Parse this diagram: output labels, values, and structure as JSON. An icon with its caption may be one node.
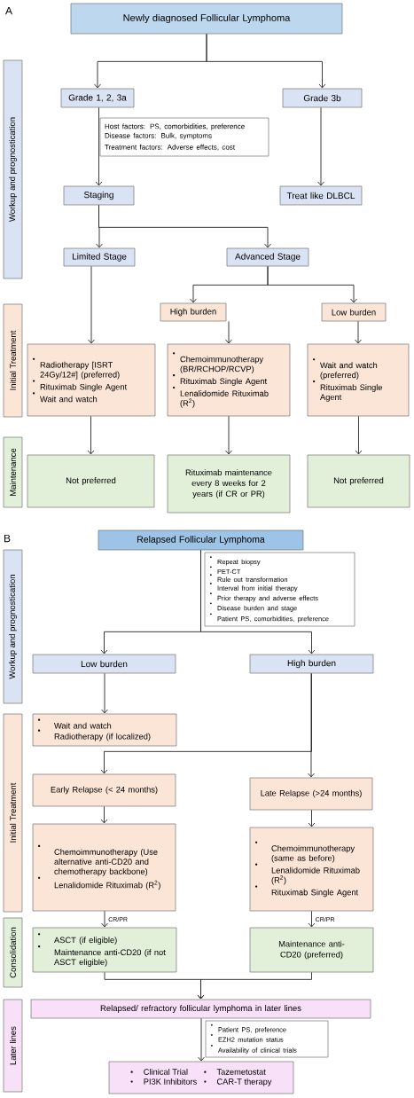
{
  "diagram": {
    "nodes": [
      {
        "text": [
          "Newly diagnosed Follicular Lymphoma"
        ]
      },
      {
        "text": [
          "Grade 1, 2, 3a"
        ]
      },
      {
        "text": [
          "Grade 3b"
        ]
      },
      {
        "text": [
          "Host factors: PS, comorbidities, preference",
          "Disease factors: Bulk, symptoms",
          "Treatment factors: Adverse effects, cost"
        ]
      },
      {
        "text": [
          "Staging"
        ]
      },
      {
        "text": [
          "Treat like DLBCL"
        ]
      },
      {
        "text": [
          "Limited Stage"
        ]
      },
      {
        "text": [
          "Advanced Stage"
        ]
      },
      {
        "text": [
          "High burden"
        ]
      },
      {
        "text": [
          "Low burden"
        ]
      },
      {
        "text": [
          "Radiotherapy [ISRT 24Gy/12#] (preferred)",
          "Rituximab Single Agent",
          "Wait and watch"
        ]
      },
      {
        "text": [
          "Chemoimmunotherapy (BR/RCHOP/RCVP)",
          "Rituximab Single Agent",
          "Lenalidomide Rituximab (R$^{2}$)"
        ]
      },
      {
        "text": [
          "Wait and watch (preferred)",
          "Rituximab Single Agent"
        ]
      },
      {
        "text": [
          "Not preferred"
        ]
      },
      {
        "text": [
          "Rituximab maintenance every 8 weeks for 2 years (if CR or PR)"
        ]
      },
      {
        "text": [
          "Not preferred"
        ]
      },
      {
        "text": [
          "Relapsed Follicular Lymphoma"
        ]
      },
      {
        "text": [
          "Repeat biopsy",
          "PET-CT",
          "Rule out transformation",
          "Interval from initial therapy",
          "Prior therapy and adverse effects",
          "Disease burden and stage",
          "Patient PS, comorbidities, preference"
        ]
      },
      {
        "text": [
          "Low burden"
        ]
      },
      {
        "text": [
          "High burden"
        ]
      },
      {
        "text": [
          "Wait and watch",
          "Radiotherapy (if localized)"
        ]
      },
      {
        "text": [
          "Early Relapse (< 24 months)"
        ]
      },
      {
        "text": [
          "Late Relapse (>24 months)"
        ]
      },
      {
        "text": [
          "Chemoimmunotherapy (Use alternative anti-CD20 and chemotherapy backbone)",
          "Lenalidomide Rituximab (R$^{2}$)"
        ]
      },
      {
        "text": [
          "Chemoimmunotherapy (same as before)",
          "Lenalidomide Rituximab (R$^{2}$)",
          "Rituximab Single Agent"
        ]
      },
      {
        "text": [
          "ASCT (if eligible)",
          "Maintenance anti-CD20 (if not ASCT eligible)"
        ]
      },
      {
        "text": [
          "Maintenance anti-CD20 (preferred)"
        ]
      },
      {
        "text": [
          "Relapsed/ refractory follicular lymphoma in later lines"
        ]
      },
      {
        "text": [
          "Patient PS, preference",
          "EZH2 mutation status",
          "Availability of clinical trials"
        ]
      },
      {
        "text": [
          "Clinical Trial",
          "Tazemetostat",
          "PI3K Inhibitors",
          "CAR-T therapy"
        ]
      },
      {
        "text": [
          "Workup and prognostication"
        ]
      },
      {
        "text": [
          "Initial Treatment"
        ]
      },
      {
        "text": [
          "Maintenance"
        ]
      },
      {
        "text": [
          "Workup and prognostication"
        ]
      },
      {
        "text": [
          "Initial Treatment"
        ]
      },
      {
        "text": [
          "Consolidation"
        ]
      },
      {
        "text": [
          "Later lines"
        ]
      }
    ],
    "edges": [
      {
        "from": 0,
        "to": 1,
        "arrow": "to"
      },
      {
        "from": 0,
        "to": 2,
        "arrow": "to"
      },
      {
        "from": 1,
        "to": 4,
        "arrow": "to"
      },
      {
        "from": 2,
        "to": 5,
        "arrow": "to"
      },
      {
        "from": 4,
        "to": 6,
        "arrow": "to"
      },
      {
        "from": 4,
        "to": 7,
        "arrow": "to"
      },
      {
        "from": 7,
        "to": 8,
        "arrow": "to"
      },
      {
        "from": 7,
        "to": 9,
        "arrow": "to"
      },
      {
        "from": 6,
        "to": 10,
        "arrow": "to"
      },
      {
        "from": 8,
        "to": 11,
        "arrow": "to"
      },
      {
        "from": 9,
        "to": 12,
        "arrow": "to"
      },
      {
        "from": 10,
        "to": 13,
        "arrow": "to"
      },
      {
        "from": 11,
        "to": 14,
        "arrow": "to"
      },
      {
        "from": 12,
        "to": 15,
        "arrow": "to"
      },
      {
        "from": 16,
        "to": 18,
        "arrow": "to"
      },
      {
        "from": 16,
        "to": 19,
        "arrow": "to"
      },
      {
        "from": 18,
        "to": 20,
        "arrow": "to"
      },
      {
        "from": 19,
        "to": 21,
        "arrow": "to"
      },
      {
        "from": 19,
        "to": 22,
        "arrow": "to"
      },
      {
        "from": 21,
        "to": 23,
        "arrow": "to"
      },
      {
        "from": 22,
        "to": 24,
        "arrow": "to"
      },
      {
        "from": 23,
        "to": 25,
        "arrow": "to",
        "label": "CR/PR"
      },
      {
        "from": 24,
        "to": 26,
        "arrow": "to",
        "label": "CR/PR"
      },
      {
        "from": 25,
        "to": 27,
        "arrow": "to"
      },
      {
        "from": 26,
        "to": 27,
        "arrow": "to"
      },
      {
        "from": 27,
        "to": 29,
        "arrow": "to"
      }
    ],
    "labels": [
      "A",
      "B"
    ]
  }
}
